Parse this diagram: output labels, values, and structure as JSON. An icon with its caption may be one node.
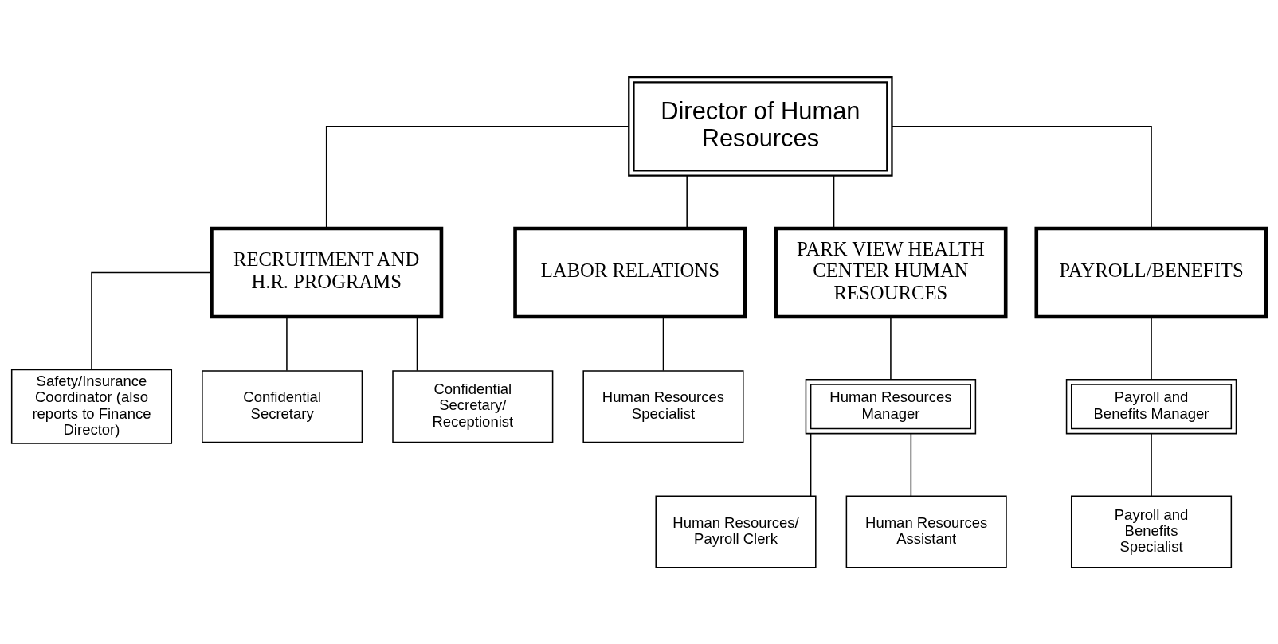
{
  "diagram": {
    "nodes": [
      {
        "text": [
          "Director of Human Resources"
        ]
      },
      {
        "text": [
          "RECRUITMENT AND H.R. PROGRAMS"
        ]
      },
      {
        "text": [
          "LABOR RELATIONS"
        ]
      },
      {
        "text": [
          "PARK VIEW HEALTH CENTER HUMAN RESOURCES"
        ]
      },
      {
        "text": [
          "PAYROLL/BENEFITS"
        ]
      },
      {
        "text": [
          "Safety/Insurance Coordinator (also reports to Finance Director)"
        ]
      },
      {
        "text": [
          "Confidential Secretary"
        ]
      },
      {
        "text": [
          "Confidential Secretary/ Receptionist"
        ]
      },
      {
        "text": [
          "Human Resources Specialist"
        ]
      },
      {
        "text": [
          "Human Resources Manager"
        ]
      },
      {
        "text": [
          "Human Resources/ Payroll Clerk"
        ]
      },
      {
        "text": [
          "Human Resources Assistant"
        ]
      },
      {
        "text": [
          "Payroll and Benefits Manager"
        ]
      },
      {
        "text": [
          "Payroll and Benefits Specialist"
        ]
      }
    ],
    "edges": [
      {
        "from": 0,
        "to": 1,
        "arrow": "none"
      },
      {
        "from": 0,
        "to": 2,
        "arrow": "none"
      },
      {
        "from": 0,
        "to": 3,
        "arrow": "none"
      },
      {
        "from": 0,
        "to": 4,
        "arrow": "none"
      },
      {
        "from": 1,
        "to": 5,
        "arrow": "none"
      },
      {
        "from": 1,
        "to": 6,
        "arrow": "none"
      },
      {
        "from": 1,
        "to": 7,
        "arrow": "none"
      },
      {
        "from": 2,
        "to": 8,
        "arrow": "none"
      },
      {
        "from": 3,
        "to": 9,
        "arrow": "none"
      },
      {
        "from": 9,
        "to": 10,
        "arrow": "none"
      },
      {
        "from": 9,
        "to": 11,
        "arrow": "none"
      },
      {
        "from": 4,
        "to": 12,
        "arrow": "none"
      },
      {
        "from": 12,
        "to": 13,
        "arrow": "none"
      }
    ]
  }
}
